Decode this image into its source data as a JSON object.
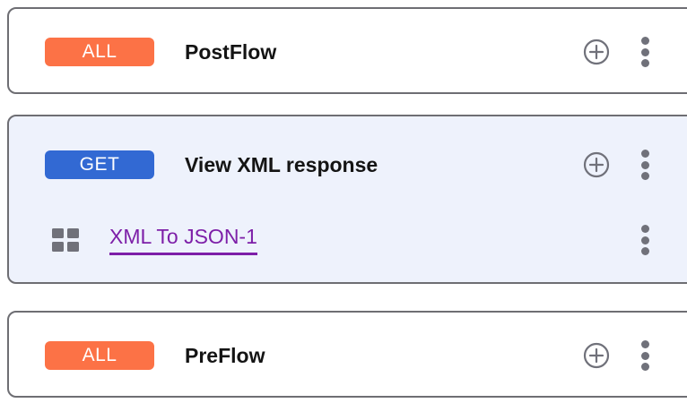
{
  "theme": {
    "page_background": "#ffffff",
    "card_background": "#ffffff",
    "card_selected_background": "#eef2fc",
    "card_border": "#6e6e73",
    "badge_all_color": "#fc7246",
    "badge_get_color": "#3269d3",
    "policy_link_color": "#7d1fa8",
    "icon_gray": "#70717a",
    "title_color": "#141414"
  },
  "flows": [
    {
      "id": "postflow",
      "selected": false,
      "badge": {
        "label": "ALL",
        "variant": "all"
      },
      "title": "PostFlow",
      "actions": {
        "add": "add-step-icon",
        "menu": "more-options-icon"
      },
      "steps": []
    },
    {
      "id": "view-xml-response",
      "selected": true,
      "badge": {
        "label": "GET",
        "variant": "get"
      },
      "title": "View XML response",
      "actions": {
        "add": "add-step-icon",
        "menu": "more-options-icon"
      },
      "steps": [
        {
          "id": "xml-to-json-1",
          "icon": "grid-icon",
          "label": "XML To JSON-1",
          "menu": "more-options-icon"
        }
      ]
    },
    {
      "id": "preflow",
      "selected": false,
      "badge": {
        "label": "ALL",
        "variant": "all"
      },
      "title": "PreFlow",
      "actions": {
        "add": "add-step-icon",
        "menu": "more-options-icon"
      },
      "steps": []
    }
  ]
}
